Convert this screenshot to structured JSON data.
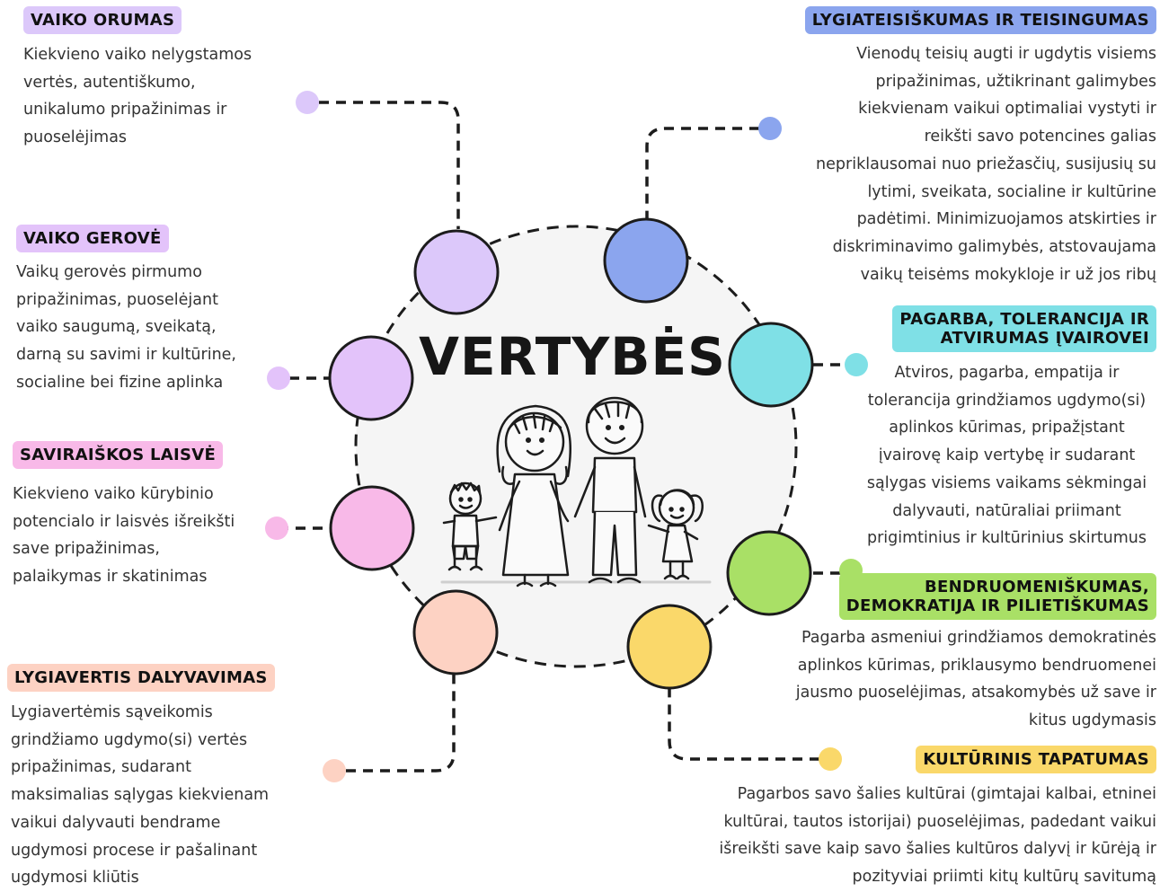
{
  "title": "VERTYBĖS",
  "colors": {
    "vaiko_orumas": "#dcc8fa",
    "vaiko_gerove": "#e3c3fa",
    "saviraiskos_laisve": "#f8b9e8",
    "lygiavertis_dalyvavimas": "#fdd2c3",
    "lygiateisiskumas": "#8ba5ee",
    "pagarba": "#7fe0e6",
    "bendruomeniskumas": "#a9e066",
    "kulturinis": "#fad86a"
  },
  "values": {
    "vaiko_orumas": {
      "label": "VAIKO ORUMAS",
      "lines": [
        "Kiekvieno vaiko nelygstamos",
        "vertės, autentiškumo,",
        "unikalumo pripažinimas ir",
        "puoselėjimas"
      ]
    },
    "vaiko_gerove": {
      "label": "VAIKO GEROVĖ",
      "lines": [
        "Vaikų gerovės pirmumo",
        "pripažinimas, puoselėjant",
        "vaiko saugumą, sveikatą,",
        "darną su savimi ir kultūrine,",
        "socialine bei fizine aplinka"
      ]
    },
    "saviraiskos_laisve": {
      "label": "SAVIRAIŠKOS LAISVĖ",
      "lines": [
        "Kiekvieno vaiko kūrybinio",
        "potencialo ir laisvės išreikšti",
        "save pripažinimas,",
        "palaikymas ir skatinimas"
      ]
    },
    "lygiavertis_dalyvavimas": {
      "label": "LYGIAVERTIS DALYVAVIMAS",
      "lines": [
        "Lygiavertėmis sąveikomis",
        "grindžiamo ugdymo(si) vertės",
        "pripažinimas, sudarant",
        "maksimalias sąlygas kiekvienam",
        "vaikui dalyvauti bendrame",
        "ugdymosi procese ir pašalinant",
        "ugdymosi kliūtis"
      ]
    },
    "lygiateisiskumas": {
      "label": "LYGIATEISIŠKUMAS IR TEISINGUMAS",
      "lines": [
        "Vienodų teisių augti ir ugdytis visiems",
        "pripažinimas, užtikrinant galimybes",
        "kiekvienam vaikui optimaliai vystyti ir",
        "reikšti savo potencines galias",
        "nepriklausomai nuo priežasčių, susijusių su",
        "lytimi, sveikata, socialine ir kultūrine",
        "padėtimi. Minimizuojamos atskirties ir",
        "diskriminavimo galimybės, atstovaujama",
        "vaikų teisėms mokykloje ir už jos ribų"
      ]
    },
    "pagarba": {
      "label_line1": "PAGARBA, TOLERANCIJA IR",
      "label_line2": "ATVIRUMAS ĮVAIROVEI",
      "lines": [
        "Atviros, pagarba, empatija ir",
        "tolerancija grindžiamos ugdymo(si)",
        "aplinkos kūrimas, pripažįstant",
        "įvairovę kaip vertybę ir sudarant",
        "sąlygas visiems vaikams sėkmingai",
        "dalyvauti, natūraliai priimant",
        "prigimtinius ir kultūrinius skirtumus"
      ]
    },
    "bendruomeniskumas": {
      "label_line1": "BENDRUOMENIŠKUMAS,",
      "label_line2": "DEMOKRATIJA IR PILIETIŠKUMAS",
      "lines": [
        "Pagarba asmeniui grindžiamos demokratinės",
        "aplinkos kūrimas, priklausymo bendruomenei",
        "jausmo puoselėjimas, atsakomybės už save ir",
        "kitus ugdymasis"
      ]
    },
    "kulturinis": {
      "label": "KULTŪRINIS TAPATUMAS",
      "lines": [
        "Pagarbos savo šalies kultūrai (gimtajai kalbai, etninei",
        "kultūrai, tautos istorijai) puoselėjimas, padedant vaikui",
        "išreikšti save kaip savo šalies kultūros dalyvį ir kūrėją ir",
        "pozityviai priimti kitų kultūrų savitumą"
      ]
    }
  }
}
